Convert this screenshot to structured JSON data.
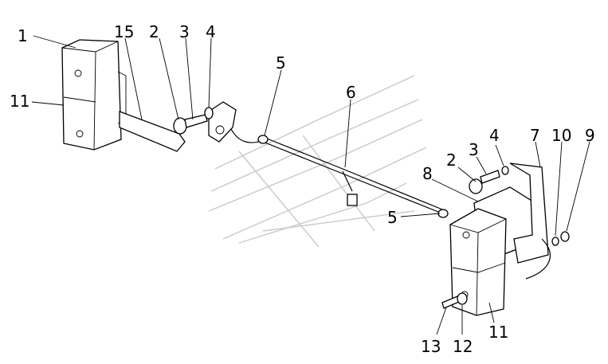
{
  "diagram": {
    "callouts": [
      {
        "id": "c1",
        "text": "1"
      },
      {
        "id": "c15",
        "text": "15"
      },
      {
        "id": "c2a",
        "text": "2"
      },
      {
        "id": "c3a",
        "text": "3"
      },
      {
        "id": "c4a",
        "text": "4"
      },
      {
        "id": "c11a",
        "text": "11"
      },
      {
        "id": "c5a",
        "text": "5"
      },
      {
        "id": "c6",
        "text": "6"
      },
      {
        "id": "c4b",
        "text": "4"
      },
      {
        "id": "c7",
        "text": "7"
      },
      {
        "id": "c10",
        "text": "10"
      },
      {
        "id": "c9",
        "text": "9"
      },
      {
        "id": "c3b",
        "text": "3"
      },
      {
        "id": "c2b",
        "text": "2"
      },
      {
        "id": "c8",
        "text": "8"
      },
      {
        "id": "c5b",
        "text": "5"
      },
      {
        "id": "c13",
        "text": "13"
      },
      {
        "id": "c12",
        "text": "12"
      },
      {
        "id": "c11b",
        "text": "11"
      }
    ]
  }
}
